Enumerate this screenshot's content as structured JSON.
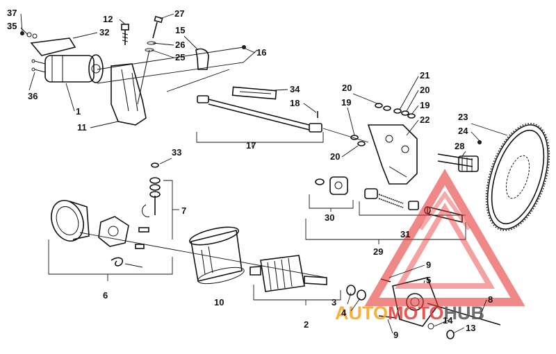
{
  "labels": {
    "l37": "37",
    "l35": "35",
    "l36": "36",
    "l1": "1",
    "l32": "32",
    "l12": "12",
    "l27": "27",
    "l26": "26",
    "l25": "25",
    "l15": "15",
    "l16": "16",
    "l11": "11",
    "l34": "34",
    "l18": "18",
    "l17": "17",
    "l20a": "20",
    "l19a": "19",
    "l20b": "20",
    "l21": "21",
    "l20c": "20",
    "l19b": "19",
    "l22": "22",
    "l23": "23",
    "l24": "24",
    "l28": "28",
    "l30": "30",
    "l31": "31",
    "l29": "29",
    "l33": "33",
    "l7": "7",
    "l6": "6",
    "l10": "10",
    "l2": "2",
    "l3": "3",
    "l4": "4",
    "l9a": "9",
    "l5": "5",
    "l8": "8",
    "l9b": "9",
    "l14": "14",
    "l13": "13"
  },
  "watermark": {
    "part1": "AUTO",
    "part2": "MOTO",
    "part3": "HUB",
    "color_red": "#e53935",
    "color_yellow": "#f9a825",
    "color_dark": "#555555"
  }
}
